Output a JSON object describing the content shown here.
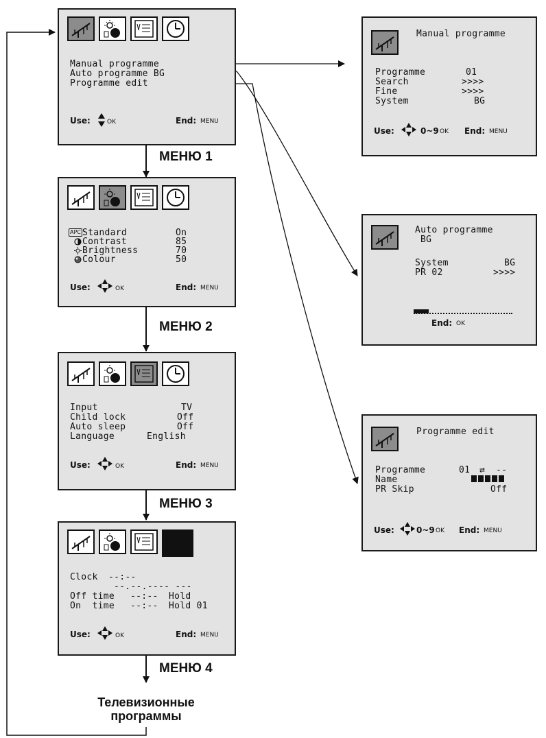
{
  "menu1": {
    "items": [
      "Manual programme",
      "Auto programme BG",
      "Programme edit"
    ],
    "use": "Use:",
    "ok": "OK",
    "end": "End:",
    "end_key": "MENU"
  },
  "menu2": {
    "apc": "APC",
    "rows": [
      {
        "label": "Standard",
        "value": "On"
      },
      {
        "label": "Contrast",
        "value": "85"
      },
      {
        "label": "Brightness",
        "value": "70"
      },
      {
        "label": "Colour",
        "value": "50"
      }
    ],
    "use": "Use:",
    "ok": "OK",
    "end": "End:",
    "end_key": "MENU"
  },
  "menu3": {
    "rows": [
      {
        "label": "Input",
        "value": "TV"
      },
      {
        "label": "Child lock",
        "value": "Off"
      },
      {
        "label": "Auto sleep",
        "value": "Off"
      },
      {
        "label": "Language",
        "value": "English"
      }
    ],
    "use": "Use:",
    "ok": "OK",
    "end": "End:",
    "end_key": "MENU"
  },
  "menu4": {
    "clock_label": "Clock",
    "clock_value": "--:--",
    "date_value": "--.--.---- ---",
    "off_label": "Off time",
    "off_value": "--:--",
    "off_mode": "Hold",
    "on_label": "On  time",
    "on_value": "--:--",
    "on_mode": "Hold 01",
    "use": "Use:",
    "ok": "OK",
    "end": "End:",
    "end_key": "MENU"
  },
  "manual": {
    "title": "Manual programme",
    "rows": [
      {
        "label": "Programme",
        "value": "01"
      },
      {
        "label": "Search",
        "value": ">>>>"
      },
      {
        "label": "Fine",
        "value": ">>>>"
      },
      {
        "label": "System",
        "value": "BG"
      }
    ],
    "use": "Use:",
    "range": "0~9",
    "ok": "OK",
    "end": "End:",
    "end_key": "MENU"
  },
  "auto": {
    "title1": "Auto programme",
    "title2": "BG",
    "rows": [
      {
        "label": "System",
        "value": "BG"
      },
      {
        "label": "PR 02",
        "value": ">>>>"
      }
    ],
    "progress": 0.15,
    "end": "End:",
    "ok": "OK"
  },
  "edit": {
    "title": "Programme edit",
    "prog_label": "Programme",
    "prog_value": "01",
    "swap": "⇄",
    "prog_target": "--",
    "name_label": "Name",
    "skip_label": "PR Skip",
    "skip_value": "Off",
    "use": "Use:",
    "range": "0~9",
    "ok": "OK",
    "end": "End:",
    "end_key": "MENU"
  },
  "labels": {
    "menu1": "МЕНЮ 1",
    "menu2": "МЕНЮ 2",
    "menu3": "МЕНЮ 3",
    "menu4": "МЕНЮ 4",
    "footer_line1": "Телевизионные",
    "footer_line2": "программы"
  },
  "icons": [
    "antenna-icon",
    "picture-icon",
    "setup-icon",
    "clock-icon"
  ]
}
